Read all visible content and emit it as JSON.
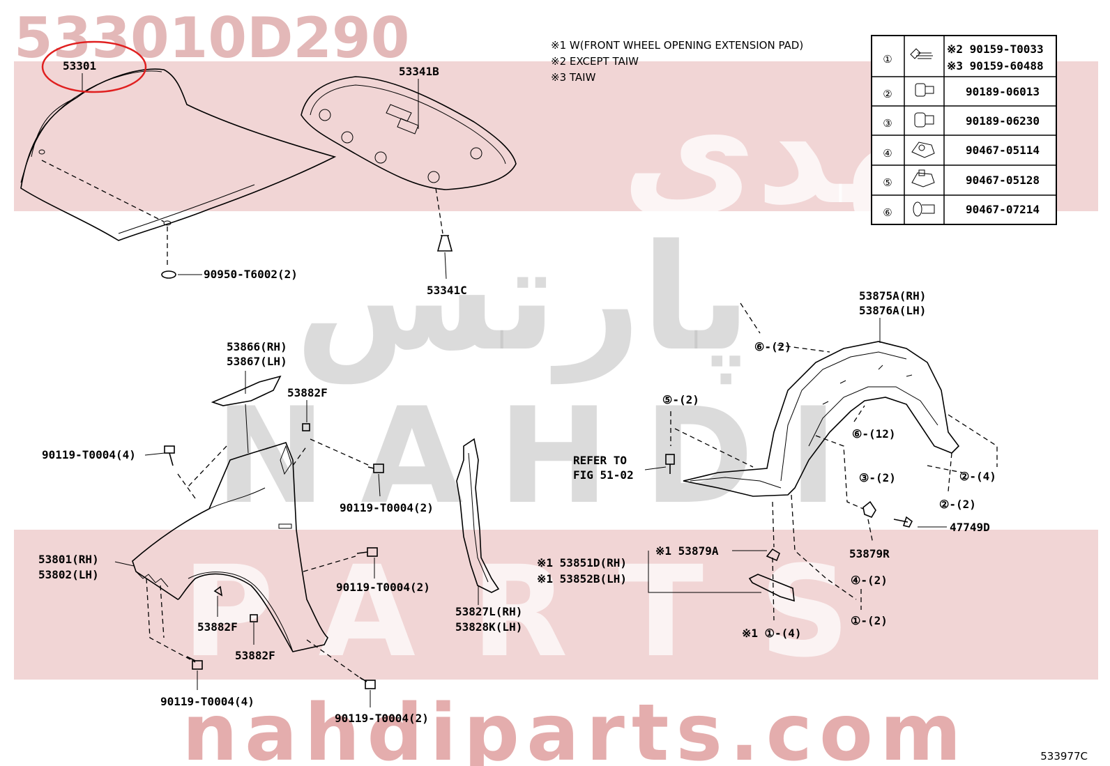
{
  "diagram": {
    "part_number_header": "533010D290",
    "figure_code": "533977C",
    "notes": [
      "※1 W(FRONT WHEEL OPENING EXTENSION PAD)",
      "※2 EXCEPT TAIW",
      "※3 TAIW"
    ],
    "fastener_table": [
      {
        "num": "①",
        "parts": [
          "※2 90159-T0033",
          "※3 90159-60488"
        ]
      },
      {
        "num": "②",
        "parts": [
          "90189-06013"
        ]
      },
      {
        "num": "③",
        "parts": [
          "90189-06230"
        ]
      },
      {
        "num": "④",
        "parts": [
          "90467-05114"
        ]
      },
      {
        "num": "⑤",
        "parts": [
          "90467-05128"
        ]
      },
      {
        "num": "⑥",
        "parts": [
          "90467-07214"
        ]
      }
    ],
    "labels": {
      "hood": "53301",
      "hood_insulator": "53341B",
      "insulator_clip": "53341C",
      "hood_cushion": "90950-T6002(2)",
      "fender_seal_rh": "53866(RH)",
      "fender_seal_lh": "53867(LH)",
      "fender_clip_top": "53882F",
      "bolt_top_left": "90119-T0004(4)",
      "bolt_top_mid": "90119-T0004(2)",
      "fender_rh": "53801(RH)",
      "fender_lh": "53802(LH)",
      "bolt_mid": "90119-T0004(2)",
      "clip_mid": "53882F",
      "clip_low": "53882F",
      "bolt_bottom_left": "90119-T0004(4)",
      "bolt_bottom_right": "90119-T0004(2)",
      "fender_brace_rh": "53827L(RH)",
      "fender_brace_lh": "53828K(LH)",
      "liner_rh": "53875A(RH)",
      "liner_lh": "53876A(LH)",
      "c6_top": "⑥-(2)",
      "c5": "⑤-(2)",
      "refer_1": "REFER TO",
      "refer_2": "FIG 51-02",
      "c6_mid": "⑥-(12)",
      "c3": "③-(2)",
      "c2a": "②-(4)",
      "c2b": "②-(2)",
      "grommet": "47749D",
      "seal_r": "53879R",
      "ext_pad_rh": "※1 53851D(RH)",
      "ext_pad_lh": "※1 53852B(LH)",
      "seal_a": "※1 53879A",
      "c4": "④-(2)",
      "c1": "①-(2)",
      "c1_note": "※1 ①-(4)"
    }
  },
  "watermark": {
    "arabic_top": "لنهدي",
    "arabic_mid": "پارتس",
    "latin_mid": "NAHDI",
    "latin_low": "PARTS",
    "site": "nahdiparts.com",
    "color": "#c04040"
  }
}
